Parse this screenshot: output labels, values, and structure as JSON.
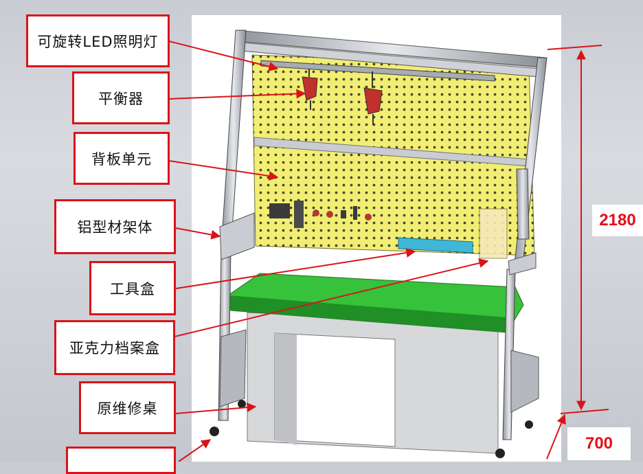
{
  "labels": [
    {
      "id": "lamp",
      "text": "可旋转LED照明灯"
    },
    {
      "id": "balancer",
      "text": "平衡器"
    },
    {
      "id": "backboard",
      "text": "背板单元"
    },
    {
      "id": "frame",
      "text": "铝型材架体"
    },
    {
      "id": "toolbox",
      "text": "工具盒"
    },
    {
      "id": "acrylic",
      "text": "亚克力档案盒"
    },
    {
      "id": "desk",
      "text": "原维修桌"
    },
    {
      "id": "casters",
      "text": ""
    }
  ],
  "dimensions": {
    "height": "2180",
    "depth": "700"
  },
  "colors": {
    "annotation_red": "#d8141a",
    "dimension_text": "#e3101a",
    "pegboard_yellow": "#f2ee74",
    "worktop_green": "#36c23a",
    "toolbox_cyan": "#3fb8d8",
    "frame_silver": "#b9bcc3",
    "desk_grey": "#d7d8da"
  }
}
